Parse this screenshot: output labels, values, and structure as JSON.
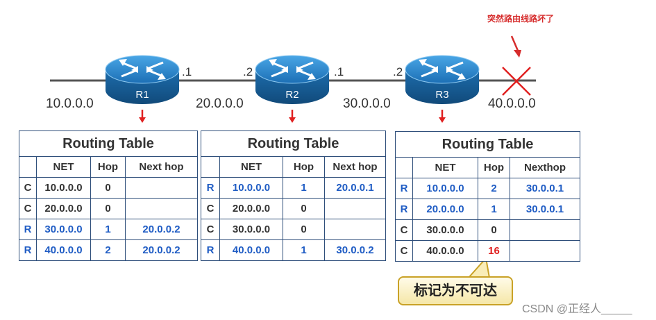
{
  "top_note": "突然路由线路坏了",
  "networks": [
    "10.0.0.0",
    "20.0.0.0",
    "30.0.0.0",
    "40.0.0.0"
  ],
  "port_labels": [
    ".1",
    ".2",
    ".1",
    ".2"
  ],
  "routers": [
    {
      "name": "R1",
      "table": {
        "title": "Routing Table",
        "headers": [
          "NET",
          "Hop",
          "Next hop"
        ],
        "rows": [
          {
            "type": "C",
            "net": "10.0.0.0",
            "hop": "0",
            "next": ""
          },
          {
            "type": "C",
            "net": "20.0.0.0",
            "hop": "0",
            "next": ""
          },
          {
            "type": "R",
            "net": "30.0.0.0",
            "hop": "1",
            "next": "20.0.0.2"
          },
          {
            "type": "R",
            "net": "40.0.0.0",
            "hop": "2",
            "next": "20.0.0.2"
          }
        ]
      }
    },
    {
      "name": "R2",
      "table": {
        "title": "Routing Table",
        "headers": [
          "NET",
          "Hop",
          "Next hop"
        ],
        "rows": [
          {
            "type": "R",
            "net": "10.0.0.0",
            "hop": "1",
            "next": "20.0.0.1"
          },
          {
            "type": "C",
            "net": "20.0.0.0",
            "hop": "0",
            "next": ""
          },
          {
            "type": "C",
            "net": "30.0.0.0",
            "hop": "0",
            "next": ""
          },
          {
            "type": "R",
            "net": "40.0.0.0",
            "hop": "1",
            "next": "30.0.0.2"
          }
        ]
      }
    },
    {
      "name": "R3",
      "table": {
        "title": "Routing Table",
        "headers": [
          "NET",
          "Hop",
          "Nexthop"
        ],
        "rows": [
          {
            "type": "R",
            "net": "10.0.0.0",
            "hop": "2",
            "next": "30.0.0.1"
          },
          {
            "type": "R",
            "net": "20.0.0.0",
            "hop": "1",
            "next": "30.0.0.1"
          },
          {
            "type": "C",
            "net": "30.0.0.0",
            "hop": "0",
            "next": ""
          },
          {
            "type": "C",
            "net": "40.0.0.0",
            "hop": "16",
            "next": ""
          }
        ]
      }
    }
  ],
  "callout": "标记为不可达",
  "watermark": "CSDN @正经人_____",
  "colors": {
    "router_body": "#1f78b4",
    "table_border": "#2e4e7a",
    "rip_route_text": "#1f5cc4",
    "alert_red": "#e02020",
    "callout_border": "#c9a227"
  }
}
